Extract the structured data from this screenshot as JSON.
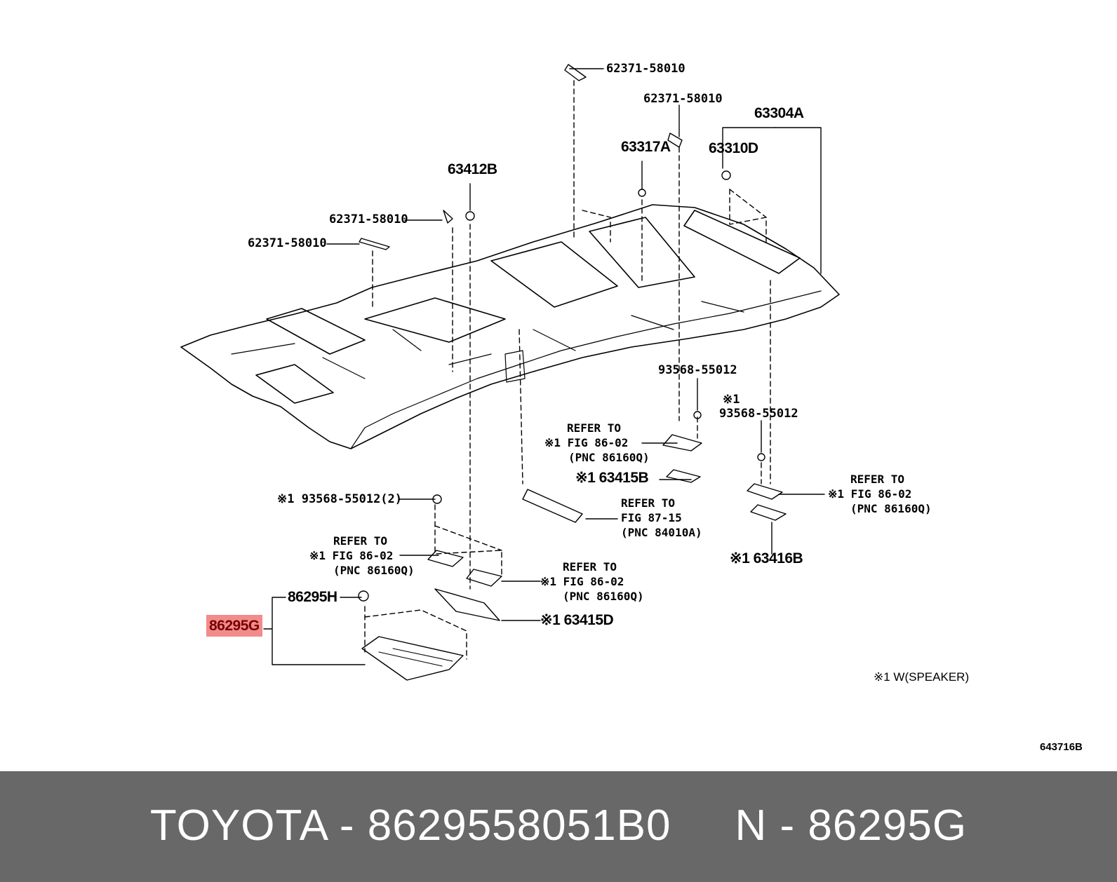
{
  "labels": {
    "p62371_a": "62371-58010",
    "p62371_b": "62371-58010",
    "p62371_c": "62371-58010",
    "p62371_d": "62371-58010",
    "p63304A": "63304A",
    "p63317A": "63317A",
    "p63310D": "63310D",
    "p63412B": "63412B",
    "p93568_a": "93568-55012",
    "p93568_b_mark": "※1",
    "p93568_b": "93568-55012",
    "p63415B": "※1 63415B",
    "p63416B": "※1 63416B",
    "p93568_c": "※1 93568-55012(2)",
    "p63415D": "※1 63415D",
    "p86295H": "86295H",
    "p86295G": "86295G"
  },
  "refs": {
    "ref1": [
      "REFER TO",
      "※1 FIG 86-02",
      "(PNC 86160Q)"
    ],
    "ref2": [
      "REFER TO",
      "FIG 87-15",
      "(PNC 84010A)"
    ],
    "ref3": [
      "REFER TO",
      "※1 FIG 86-02",
      "(PNC 86160Q)"
    ],
    "ref4": [
      "REFER TO",
      "※1 FIG 86-02",
      "(PNC 86160Q)"
    ],
    "ref5": [
      "REFER TO",
      "※1 FIG 86-02",
      "(PNC 86160Q)"
    ]
  },
  "note": "※1 W(SPEAKER)",
  "diagram_code": "643716B",
  "footer": "TOYOTA - 8629558051B0     N - 86295G",
  "colors": {
    "highlight": "#f28b8b",
    "footer_bg": "#686868"
  }
}
